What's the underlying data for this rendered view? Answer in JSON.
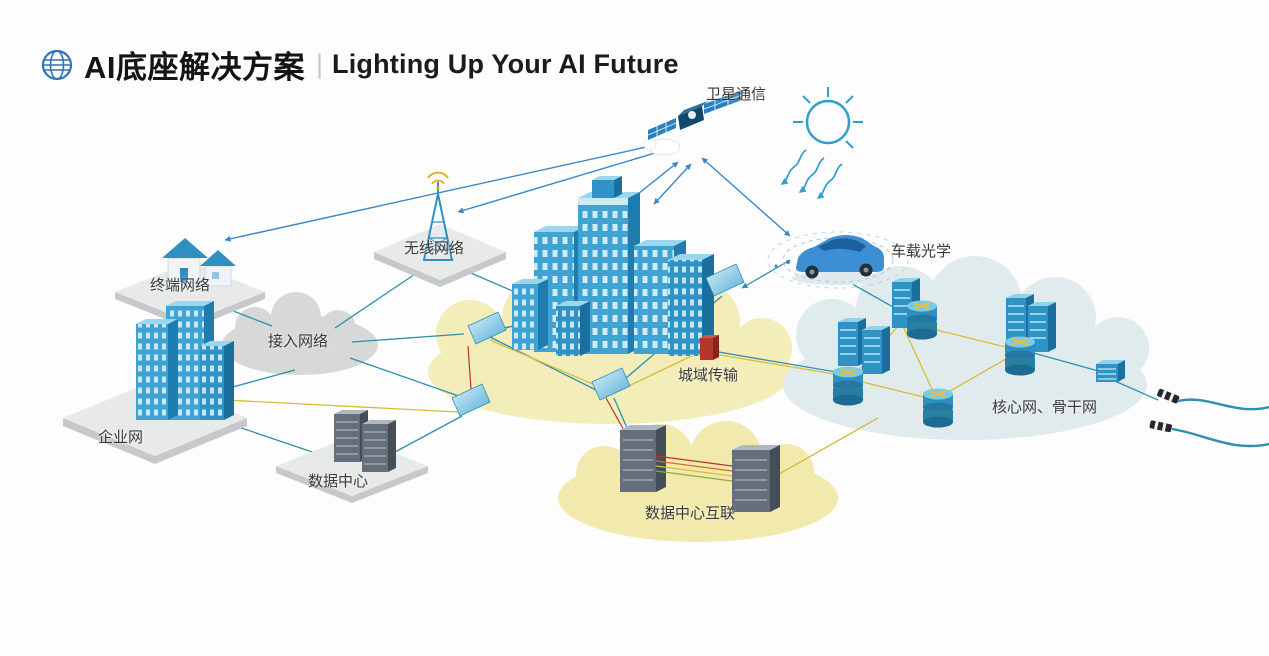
{
  "header": {
    "title": "AI底座解决方案",
    "separator": "|",
    "subtitle": "Lighting Up Your AI Future"
  },
  "nodes": {
    "satellite": {
      "label": "卫星通信"
    },
    "wireless": {
      "label": "无线网络"
    },
    "terminal": {
      "label": "终端网络"
    },
    "access": {
      "label": "接入网络"
    },
    "enterprise": {
      "label": "企业网"
    },
    "datacenter": {
      "label": "数据中心"
    },
    "metro": {
      "label": "城域传输"
    },
    "vehicle": {
      "label": "车载光学"
    },
    "core": {
      "label": "核心网、骨干网"
    },
    "dci": {
      "label": "数据中心互联"
    }
  },
  "connections": [
    {
      "from": "satellite",
      "to": "terminal"
    },
    {
      "from": "satellite",
      "to": "wireless"
    },
    {
      "from": "satellite",
      "to": "metro"
    },
    {
      "from": "satellite",
      "to": "vehicle"
    },
    {
      "from": "terminal",
      "to": "access"
    },
    {
      "from": "wireless",
      "to": "access"
    },
    {
      "from": "wireless",
      "to": "metro"
    },
    {
      "from": "access",
      "to": "enterprise"
    },
    {
      "from": "access",
      "to": "metro"
    },
    {
      "from": "enterprise",
      "to": "datacenter"
    },
    {
      "from": "enterprise",
      "to": "metro"
    },
    {
      "from": "datacenter",
      "to": "metro"
    },
    {
      "from": "metro",
      "to": "core"
    },
    {
      "from": "vehicle",
      "to": "core"
    },
    {
      "from": "metro",
      "to": "dci"
    },
    {
      "from": "dci",
      "to": "core"
    },
    {
      "from": "core",
      "to": "fiber-cables"
    }
  ],
  "colors": {
    "accent_blue": "#3a87c8",
    "teal_line": "#2e8fae",
    "yellow_line": "#d9bc38",
    "red_accent": "#b5372b",
    "building_blue": "#3fa3d4",
    "cloud_yellow_metro": "#f3edb9",
    "cloud_yellow_dci": "#f2e9ac",
    "cloud_gray": "#d7d8d8",
    "cloud_core": "#e0ebee",
    "sun_blue": "#2f9fd0"
  }
}
